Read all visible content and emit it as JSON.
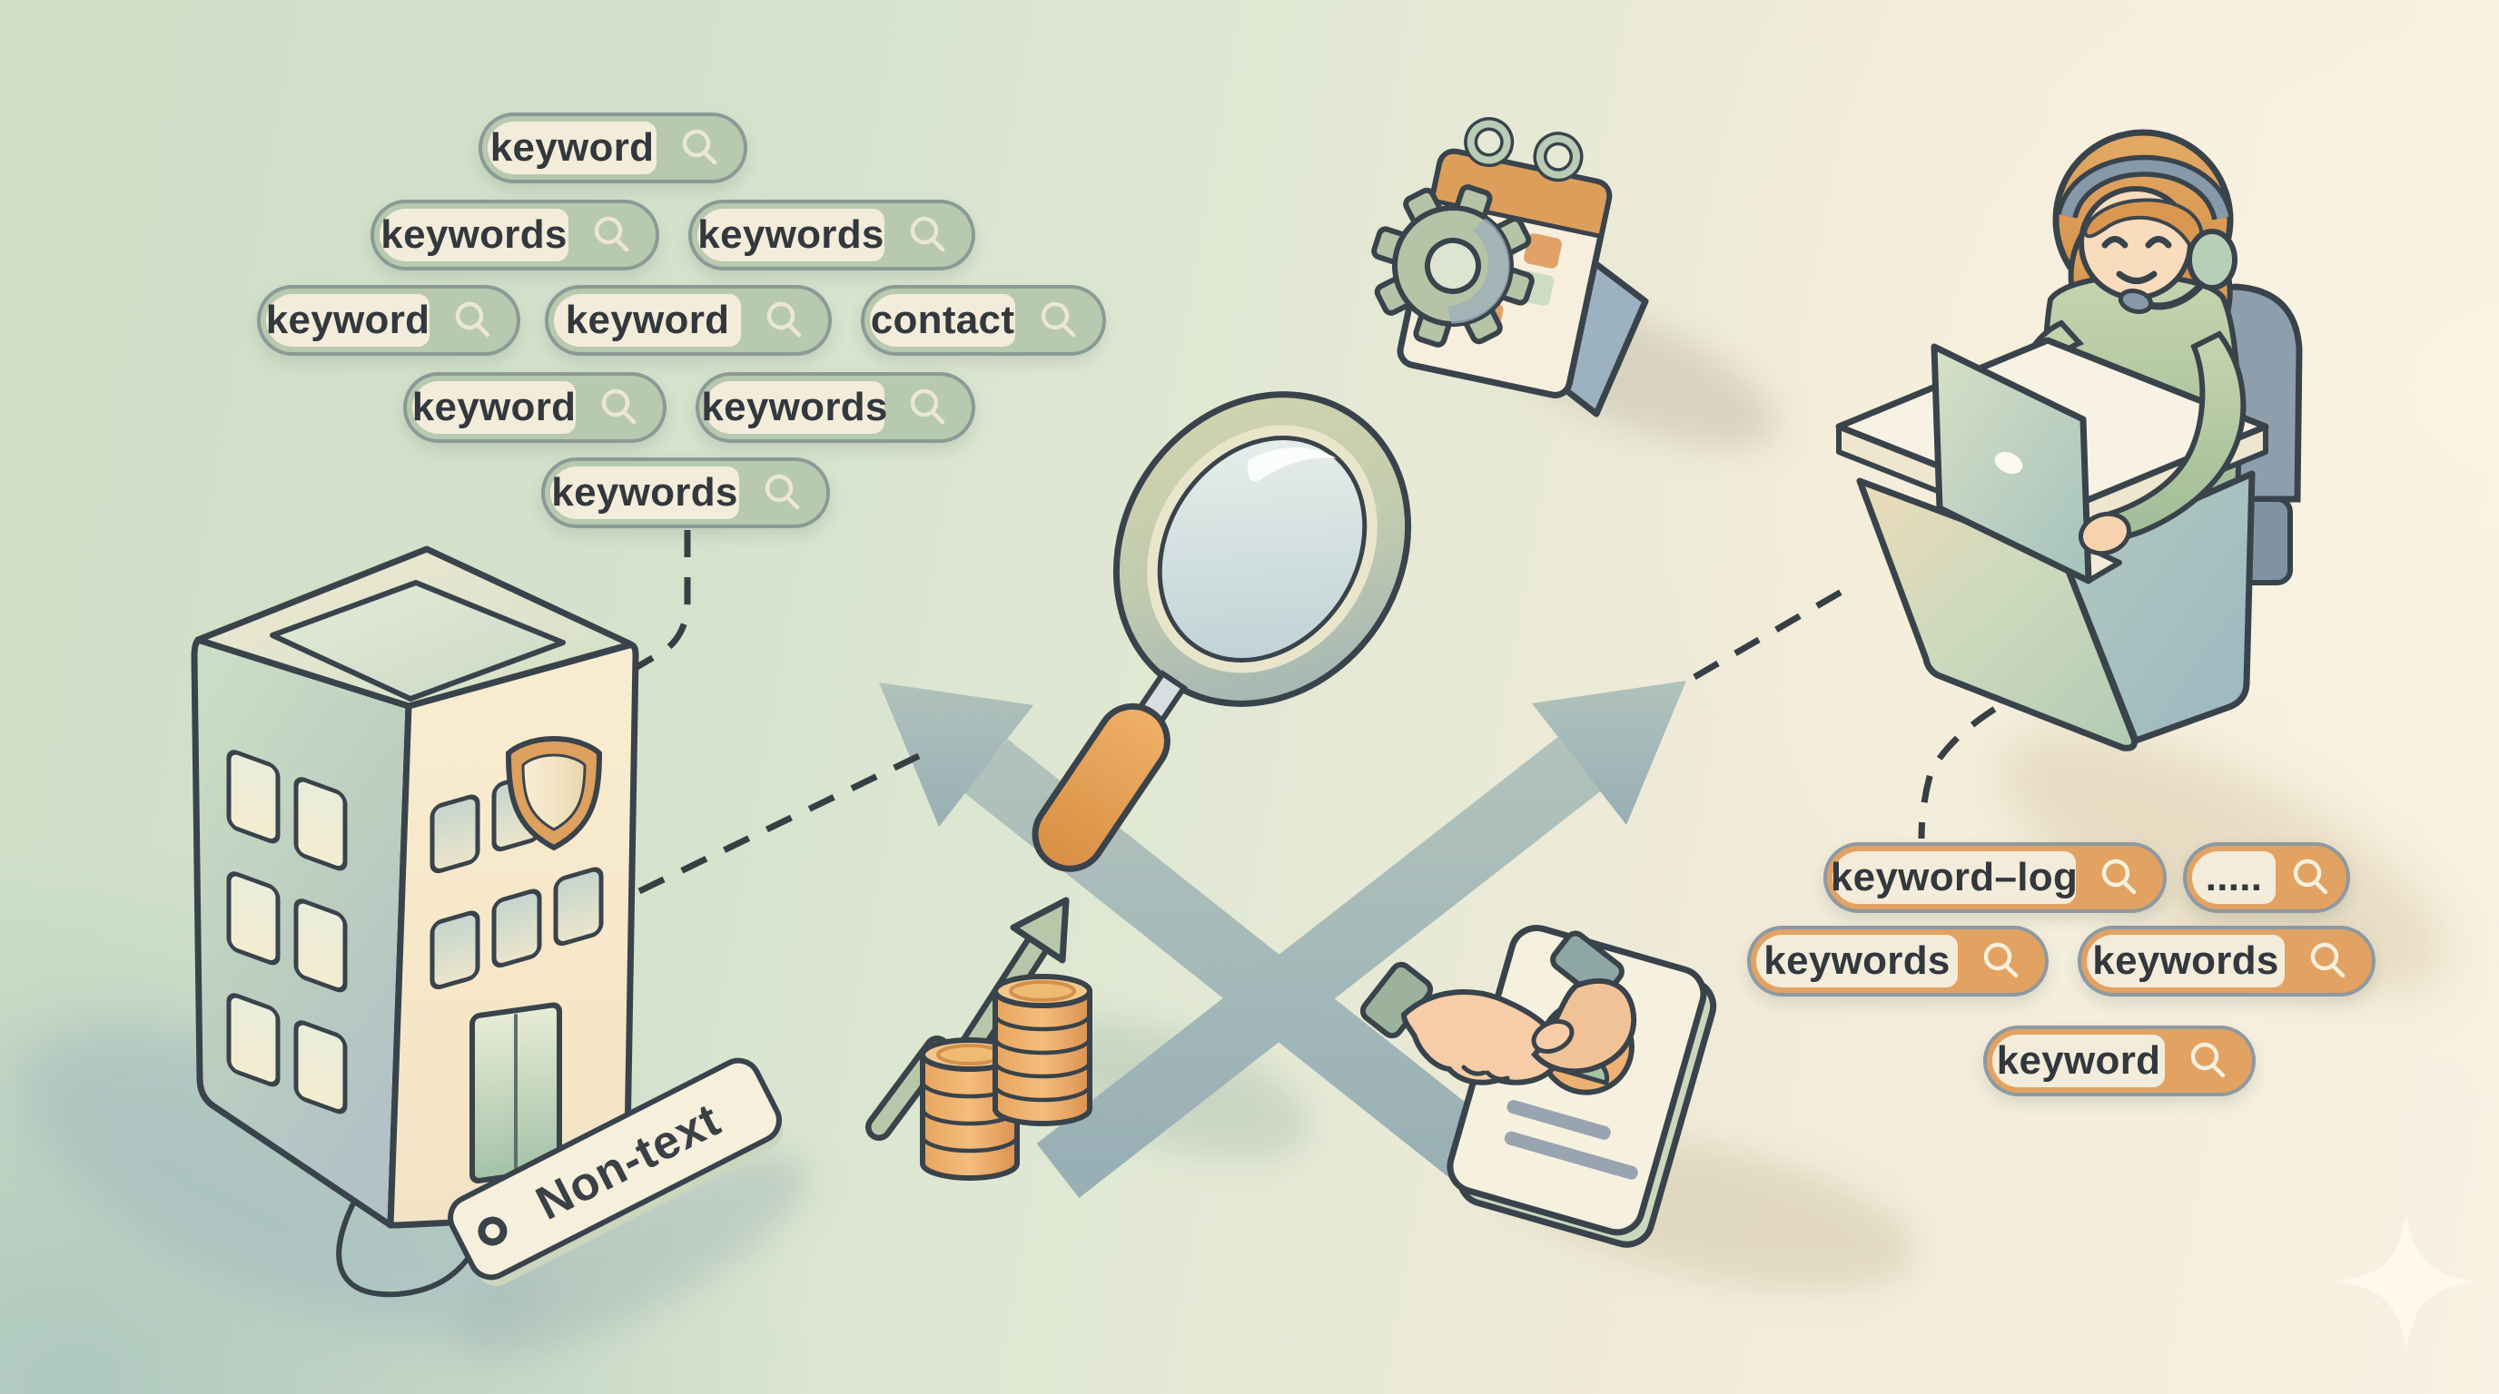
{
  "theme": {
    "capGreen": "#b7c9ae",
    "capOrange": "#e2a261",
    "pillBody": "#f3ecda",
    "pillText": "#32383d",
    "pillBorderGreen": "#8a9a96",
    "pillBorderOrange": "#8d99a2",
    "glyphGreen": "#ece7d1",
    "glyphOrange": "#f7f0dd",
    "outline": "#39434b",
    "dash": "#353f44",
    "arrow": "#a6bbb8",
    "tagBody": "#f6efdc",
    "bgLeft": "#cedfc6",
    "bgRight": "#f8f1e1",
    "accentOrange": "#dfa262"
  },
  "pills": {
    "left": [
      {
        "label": "keyword"
      },
      {
        "label": "keywords"
      },
      {
        "label": "keywords"
      },
      {
        "label": "keyword"
      },
      {
        "label": "keyword"
      },
      {
        "label": "contact"
      },
      {
        "label": "keyword"
      },
      {
        "label": "keywords"
      },
      {
        "label": "keywords"
      }
    ],
    "right": [
      {
        "label": "keyword–log"
      },
      {
        "label": "....."
      },
      {
        "label": "keywords"
      },
      {
        "label": "keywords"
      },
      {
        "label": "keyword"
      }
    ]
  },
  "tag": {
    "label": "Non-text"
  },
  "icons": [
    "search-icon",
    "building-icon",
    "shield-icon",
    "price-tag-icon",
    "magnifier-icon",
    "crossed-arrows-icon",
    "growth-arrow-icon",
    "coins-icon",
    "handshake-icon",
    "id-card-icon",
    "calendar-icon",
    "gear-icon",
    "support-agent-icon",
    "headset-icon",
    "laptop-icon",
    "desk-icon",
    "chair-icon",
    "sparkle-icon"
  ]
}
